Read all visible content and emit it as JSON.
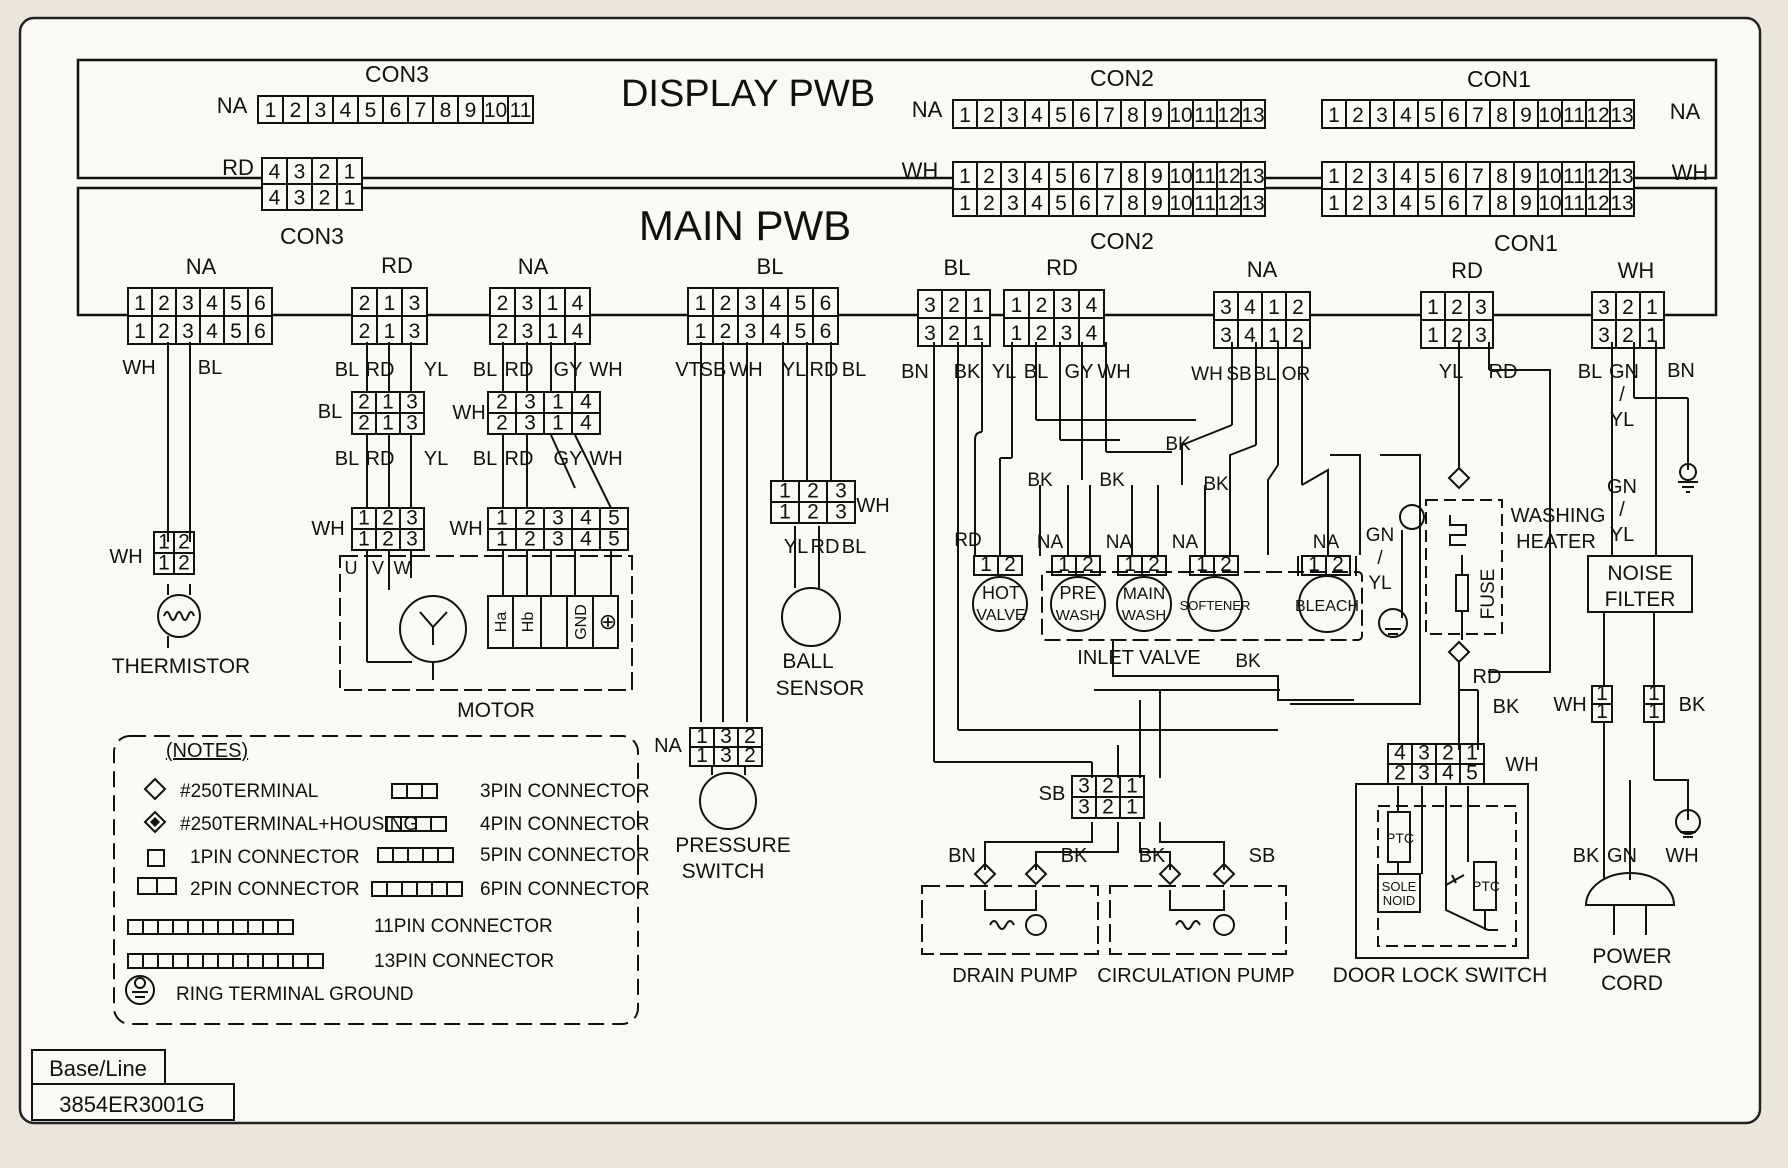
{
  "boards": {
    "display_pwb": "DISPLAY PWB",
    "main_pwb": "MAIN PWB"
  },
  "connectors": {
    "con3_top": {
      "name": "CON3",
      "color": "NA",
      "pins": [
        "1",
        "2",
        "3",
        "4",
        "5",
        "6",
        "7",
        "8",
        "9",
        "10",
        "11"
      ]
    },
    "con3_rd": {
      "name": "CON3",
      "color": "RD",
      "pins": [
        "4",
        "3",
        "2",
        "1"
      ]
    },
    "con2_top": {
      "name": "CON2",
      "color": "NA",
      "pins": [
        "1",
        "2",
        "3",
        "4",
        "5",
        "6",
        "7",
        "8",
        "9",
        "10",
        "11",
        "12",
        "13"
      ]
    },
    "con1_top": {
      "name": "CON1",
      "color": "NA",
      "pins": [
        "1",
        "2",
        "3",
        "4",
        "5",
        "6",
        "7",
        "8",
        "9",
        "10",
        "11",
        "12",
        "13"
      ]
    },
    "con2_wh": {
      "name": "CON2",
      "color": "WH"
    },
    "con1_wh": {
      "name": "CON1",
      "color": "WH"
    },
    "thermistor_conn": {
      "color": "NA",
      "pins": [
        "1",
        "2",
        "3",
        "4",
        "5",
        "6"
      ]
    },
    "motor_conn_a": {
      "color": "RD",
      "pins": [
        "2",
        "1",
        "3"
      ]
    },
    "motor_conn_b": {
      "color": "NA",
      "pins": [
        "2",
        "3",
        "1",
        "4"
      ]
    },
    "pressure_conn": {
      "color": "BL",
      "pins": [
        "1",
        "2",
        "3",
        "4",
        "5",
        "6"
      ]
    },
    "valve_conn_a": {
      "color": "BL",
      "pins": [
        "3",
        "2",
        "1"
      ]
    },
    "valve_conn_b": {
      "color": "RD",
      "pins": [
        "1",
        "2",
        "3",
        "4"
      ]
    },
    "pump_conn": {
      "color": "NA",
      "pins": [
        "3",
        "4",
        "1",
        "2"
      ]
    },
    "heater_conn": {
      "color": "RD",
      "pins": [
        "1",
        "2",
        "3"
      ]
    },
    "noise_conn": {
      "color": "WH",
      "pins": [
        "3",
        "2",
        "1"
      ]
    }
  },
  "wire_labels": {
    "thermistor": [
      "WH",
      "BL"
    ],
    "motor_a_top": [
      "BL",
      "RD",
      "YL"
    ],
    "motor_a_mid_color": "BL",
    "motor_b_top": [
      "BL",
      "RD",
      "GY",
      "WH"
    ],
    "motor_b_mid_color": "WH",
    "motor_uvw": [
      "U",
      "V",
      "W"
    ],
    "motor_sensors": [
      "Ha",
      "Hb",
      "GND",
      "⊕"
    ],
    "pressure": [
      "VT",
      "SB",
      "WH",
      "YL",
      "RD",
      "BL"
    ],
    "ball_sensor_color": "WH",
    "ball_sensor_wires": [
      "YL",
      "RD",
      "BL"
    ],
    "valve_a": [
      "BN",
      "BK",
      "YL",
      "BL",
      "GY",
      "WH"
    ],
    "valve_b": [
      "WH",
      "SB",
      "BL",
      "OR"
    ],
    "bk": "BK",
    "na": "NA",
    "rd": "RD",
    "heater": [
      "YL",
      "RD"
    ],
    "noise": [
      "BL",
      "GN",
      "/",
      "YL",
      "BN"
    ],
    "gn_yl": [
      "GN",
      "/",
      "YL"
    ],
    "pressure_color": "NA",
    "pump_conn_color": "SB",
    "pump_wires": [
      "BN",
      "BK",
      "BK",
      "SB"
    ],
    "door_wires_color": "WH",
    "power": [
      "WH",
      "BK",
      "BK",
      "GN",
      "WH"
    ],
    "sb": "SB",
    "bn": "BN",
    "wh": "WH"
  },
  "components": {
    "thermistor": "THERMISTOR",
    "motor": "MOTOR",
    "ball_sensor": [
      "BALL",
      "SENSOR"
    ],
    "pressure_switch": [
      "PRESSURE",
      "SWITCH"
    ],
    "hot_valve": [
      "HOT",
      "VALVE"
    ],
    "pre_wash": [
      "PRE",
      "WASH"
    ],
    "main_wash": [
      "MAIN",
      "WASH"
    ],
    "softener": "SOFTENER",
    "bleach": "BLEACH",
    "inlet_valve": "INLET VALVE",
    "washing_heater": [
      "WASHING",
      "HEATER"
    ],
    "fuse": "FUSE",
    "noise_filter": [
      "NOISE",
      "FILTER"
    ],
    "drain_pump": "DRAIN PUMP",
    "circulation_pump": "CIRCULATION PUMP",
    "door_lock_switch": "DOOR LOCK SWITCH",
    "solenoid": [
      "SOLE",
      "NOID"
    ],
    "ptc": "PTC",
    "power_cord": [
      "POWER",
      "CORD"
    ]
  },
  "notes": {
    "title": "(NOTES)",
    "items": [
      "#250TERMINAL",
      "#250TERMINAL+HOUSING",
      "1PIN CONNECTOR",
      "2PIN CONNECTOR",
      "3PIN CONNECTOR",
      "4PIN CONNECTOR",
      "5PIN CONNECTOR",
      "6PIN CONNECTOR",
      "11PIN CONNECTOR",
      "13PIN CONNECTOR",
      "RING TERMINAL GROUND"
    ]
  },
  "footer": {
    "base_line": "Base/Line",
    "part_number": "3854ER3001G"
  }
}
